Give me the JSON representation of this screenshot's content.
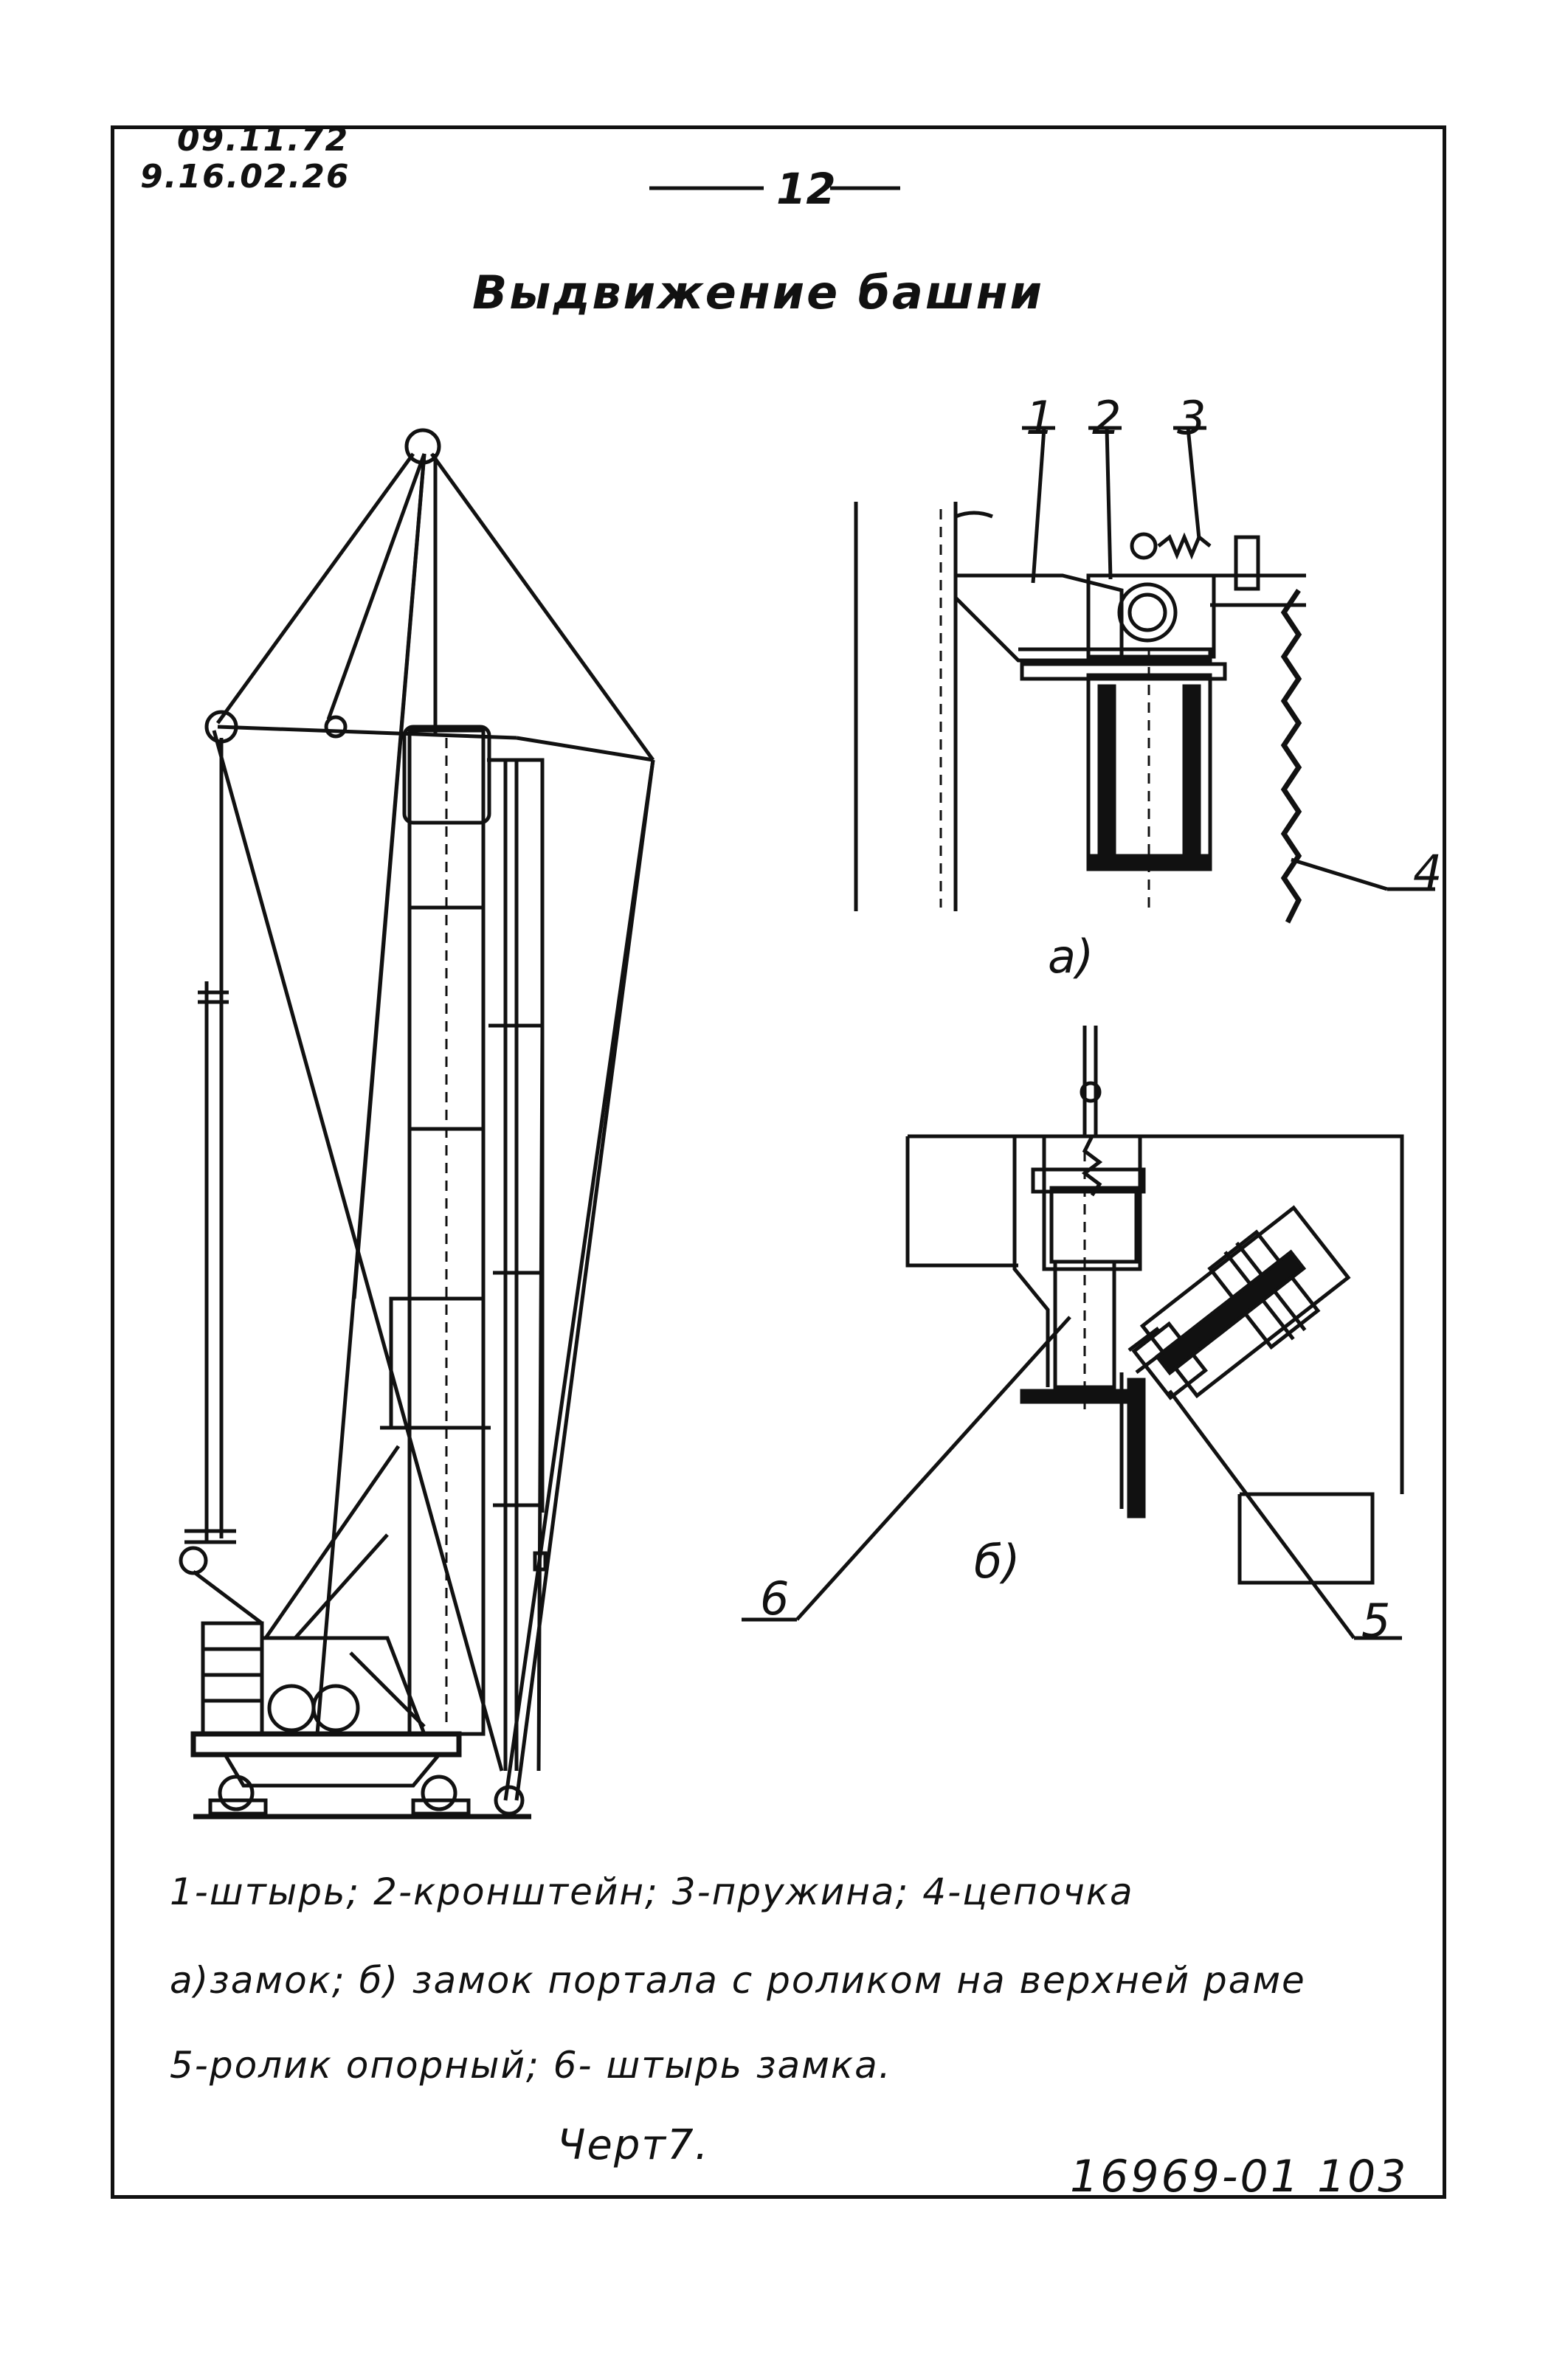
{
  "header": {
    "stamp_line1": "09.11.72",
    "stamp_line2": "9.16.02.26",
    "page_number": "12",
    "title": "Выдвижение башни"
  },
  "detail_a": {
    "callouts": [
      "1",
      "2",
      "3",
      "4"
    ],
    "label": "а)"
  },
  "detail_b": {
    "callouts": [
      "6",
      "5"
    ],
    "label": "б)"
  },
  "legend": {
    "line1": "1-штырь; 2-кронштейн; 3-пружина; 4-цепочка",
    "line2": "а)замок; б) замок портала с роликом на верхней раме",
    "line3": "5-ролик опорный; 6- штырь замка."
  },
  "figure_label": "Черт7.",
  "document_number": "16969-01 103"
}
